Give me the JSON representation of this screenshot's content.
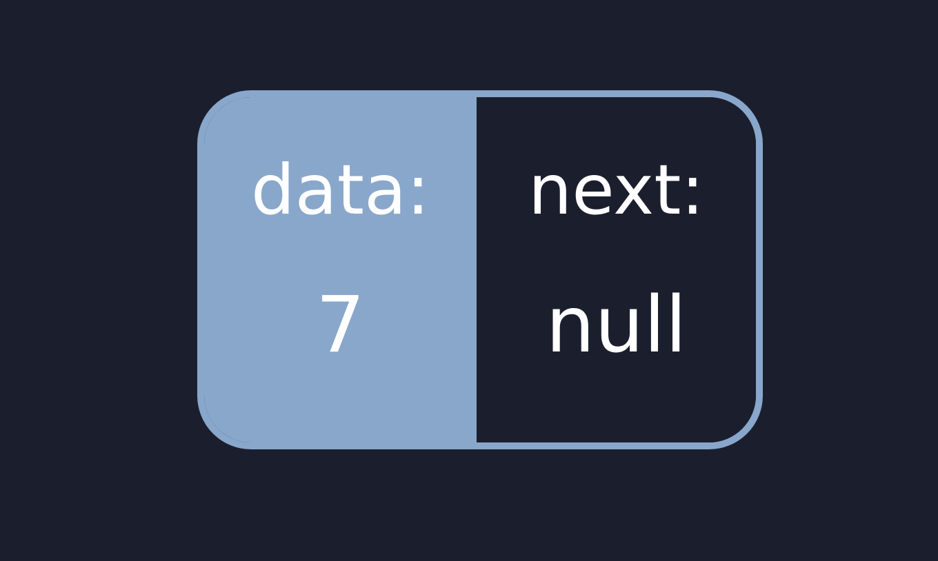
{
  "node": {
    "data_label": "data:",
    "data_value": "7",
    "next_label": "next:",
    "next_value": "null"
  },
  "colors": {
    "background": "#1b1f2d",
    "accent": "#89a7cb",
    "text": "#ffffff"
  }
}
